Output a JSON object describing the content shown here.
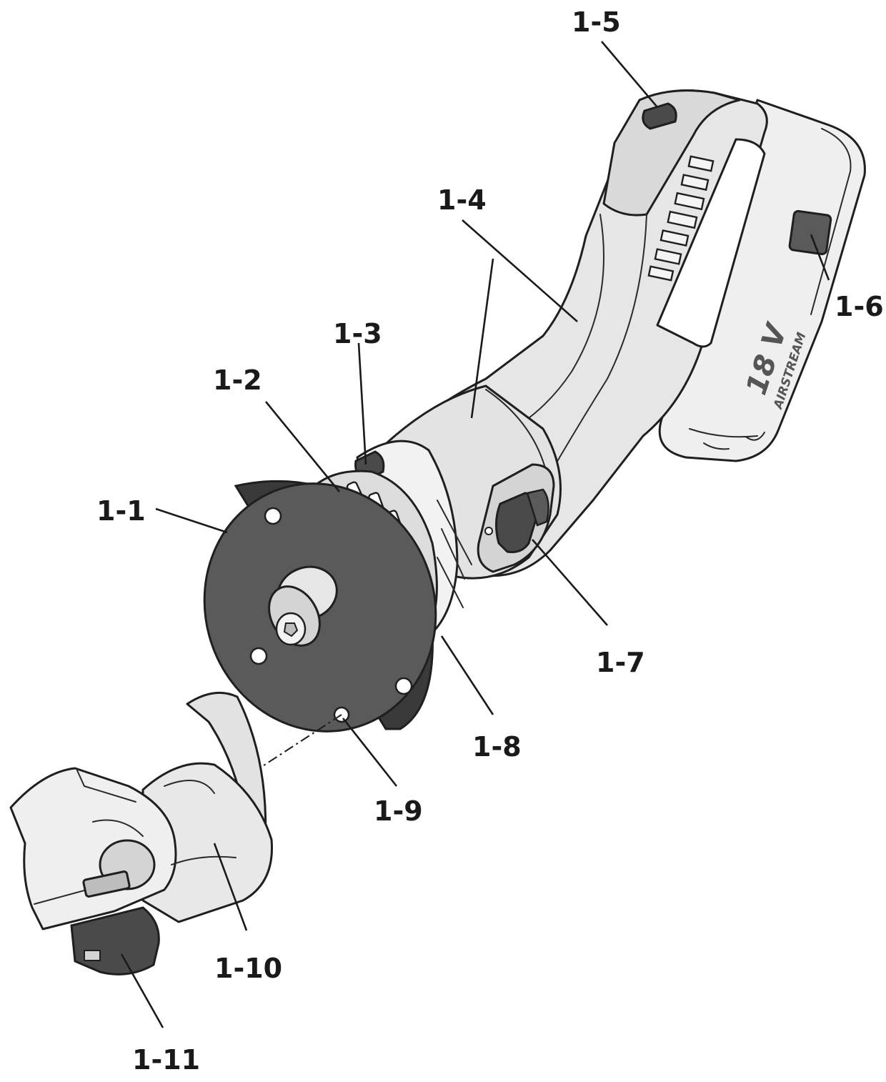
{
  "labels": {
    "l1_1": "1-1",
    "l1_2": "1-2",
    "l1_3": "1-3",
    "l1_4": "1-4",
    "l1_5": "1-5",
    "l1_6": "1-6",
    "l1_7": "1-7",
    "l1_8": "1-8",
    "l1_9": "1-9",
    "l1_10": "1-10",
    "l1_11": "1-11"
  },
  "battery": {
    "voltage": "18 V",
    "brand_line": "AIRSTREAM"
  },
  "colors": {
    "body": "#e6e6e6",
    "body_shade": "#cfcfcf",
    "dark_part": "#5a5a5a",
    "darker_part": "#3f3f3f",
    "line": "#1f1f1f"
  }
}
